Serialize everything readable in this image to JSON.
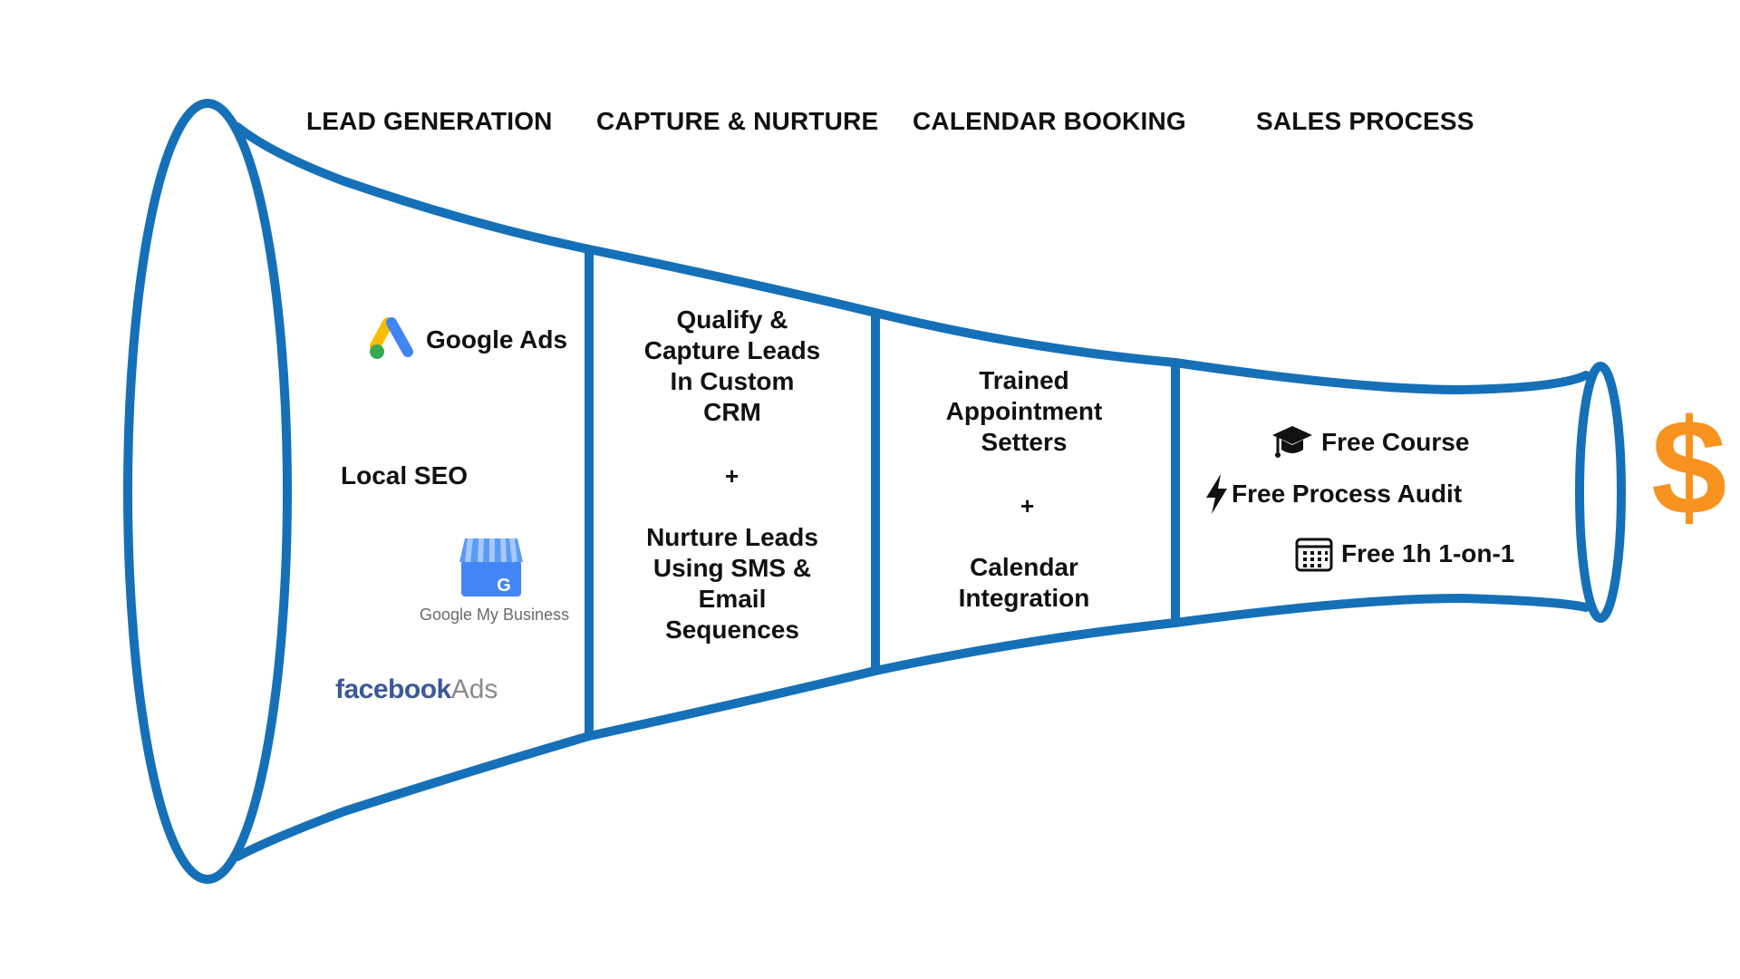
{
  "stages": [
    {
      "title": "LEAD GENERATION"
    },
    {
      "title": "CAPTURE & NURTURE"
    },
    {
      "title": "CALENDAR BOOKING"
    },
    {
      "title": "SALES PROCESS"
    }
  ],
  "lead_generation": {
    "google_ads": "Google Ads",
    "local_seo": "Local SEO",
    "gmb_label": "Google My Business",
    "gmb_logo_letter": "G",
    "facebook_brand": "facebook",
    "facebook_ads": "Ads"
  },
  "capture": {
    "lines_top": [
      "Qualify &",
      "Capture Leads",
      "In Custom",
      "CRM"
    ],
    "plus": "+",
    "lines_bottom": [
      "Nurture Leads",
      "Using SMS &",
      "Email",
      "Sequences"
    ]
  },
  "calendar": {
    "lines_top": [
      "Trained",
      "Appointment",
      "Setters"
    ],
    "plus": "+",
    "lines_bottom": [
      "Calendar",
      "Integration"
    ]
  },
  "sales": {
    "free_course": "Free Course",
    "free_audit": "Free Process Audit",
    "free_session": "Free 1h 1-on-1"
  },
  "outcome_symbol": "$",
  "colors": {
    "funnel_stroke": "#1570b8",
    "dollar": "#f7931e",
    "facebook": "#3b5998",
    "gmb_blue": "#4285f4"
  }
}
